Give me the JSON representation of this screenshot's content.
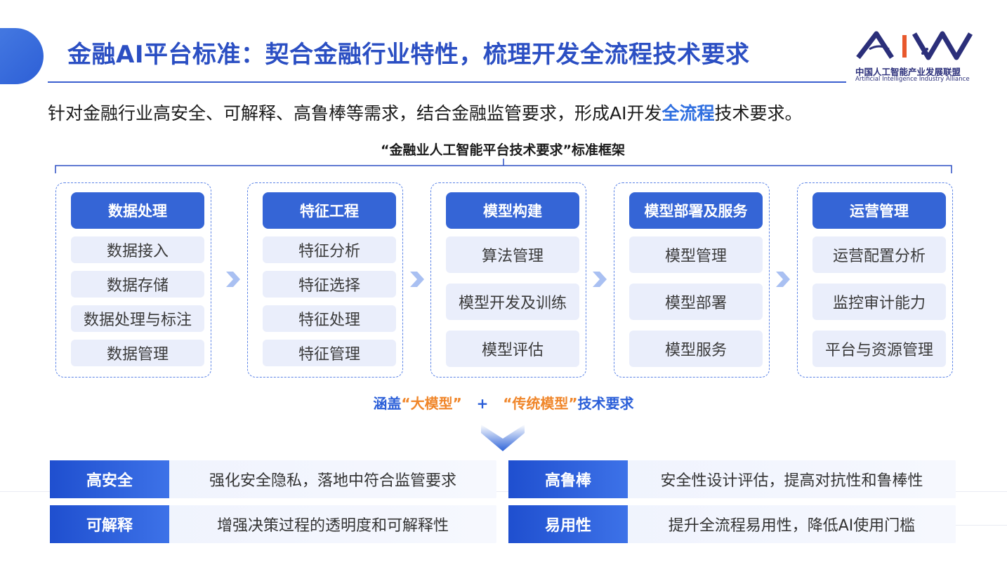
{
  "header": {
    "title": "金融AI平台标准：契合金融行业特性，梳理开发全流程技术要求",
    "logo_cn": "中国人工智能产业发展联盟",
    "logo_en": "Artificial Intelligence Industry Alliance"
  },
  "intro": {
    "before": "针对金融行业高安全、可解释、高鲁棒等需求，结合金融监管要求，形成AI开发",
    "highlight": "全流程",
    "after": "技术要求。"
  },
  "framework": {
    "title": "“金融业人工智能平台技术要求”标准框架",
    "columns": [
      {
        "heading": "数据处理",
        "items": [
          "数据接入",
          "数据存储",
          "数据处理与标注",
          "数据管理"
        ]
      },
      {
        "heading": "特征工程",
        "items": [
          "特征分析",
          "特征选择",
          "特征处理",
          "特征管理"
        ]
      },
      {
        "heading": "模型构建",
        "items": [
          "算法管理",
          "模型开发及训练",
          "模型评估"
        ]
      },
      {
        "heading": "模型部署及服务",
        "items": [
          "模型管理",
          "模型部署",
          "模型服务"
        ]
      },
      {
        "heading": "运营管理",
        "items": [
          "运营配置分析",
          "监控审计能力",
          "平台与资源管理"
        ]
      }
    ]
  },
  "coverage": {
    "prefix": "涵盖",
    "big_model": "“大模型”",
    "plus": "+",
    "traditional": "“传统模型”",
    "suffix": "技术要求"
  },
  "requirements": [
    {
      "label": "高安全",
      "text": "强化安全隐私，落地中符合监管要求"
    },
    {
      "label": "高鲁棒",
      "text": "安全性设计评估，提高对抗性和鲁棒性"
    },
    {
      "label": "可解释",
      "text": "增强决策过程的透明度和可解释性"
    },
    {
      "label": "易用性",
      "text": "提升全流程易用性，降低AI使用门槛"
    }
  ],
  "colors": {
    "primary": "#3565d6",
    "title": "#2b4fc3",
    "highlight": "#2f6fe0",
    "accent_orange": "#f0862a",
    "item_bg": "#eaeefb",
    "dashed_border": "#5b83e6"
  },
  "icons": [
    "logo-aiia",
    "chevron-right-icon",
    "chevron-down-icon"
  ]
}
